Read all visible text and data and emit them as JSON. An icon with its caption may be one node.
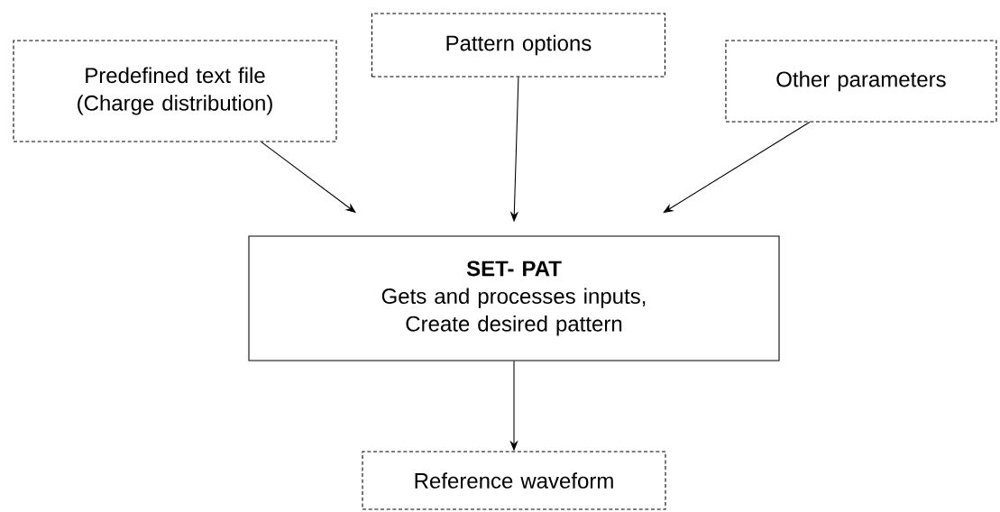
{
  "diagram": {
    "nodes": [
      {
        "text": [
          "Pattern options"
        ]
      },
      {
        "text": [
          "Predefined text file (Charge distribution)"
        ]
      },
      {
        "text": [
          "Other parameters"
        ]
      },
      {
        "text": [
          "SET- PAT",
          "Gets and processes inputs, Create desired pattern"
        ]
      },
      {
        "text": [
          "Reference waveform"
        ]
      }
    ],
    "edges": [
      {
        "from": 1,
        "to": 3,
        "arrow": "to"
      },
      {
        "from": 0,
        "to": 3,
        "arrow": "to"
      },
      {
        "from": 2,
        "to": 3,
        "arrow": "to"
      },
      {
        "from": 3,
        "to": 4,
        "arrow": "to"
      }
    ]
  }
}
